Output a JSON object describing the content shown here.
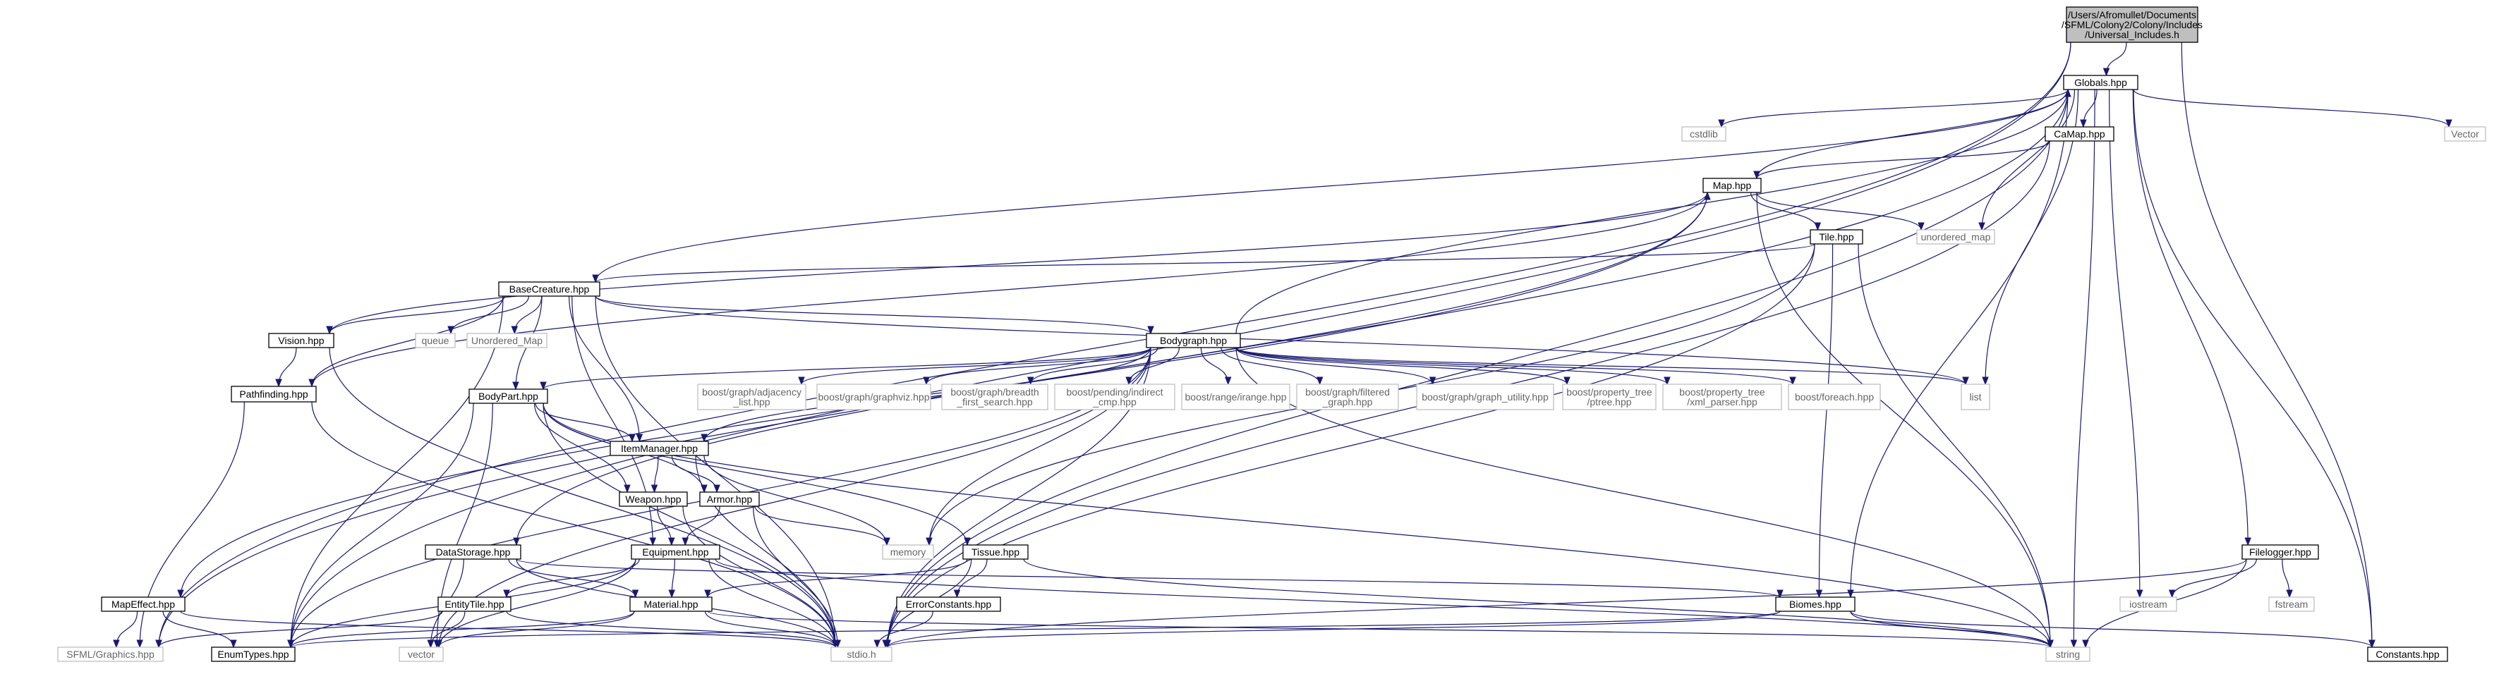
{
  "root_label": "/Users/Afromullet/Documents/SFML/Colony2/Colony/Includes/Universal_Includes.h",
  "colors": {
    "edge": "#191970",
    "root_fill": "#bfbfbf",
    "header_fill": "#ffffff",
    "header_border": "#000000",
    "external_border": "#bfbfbf",
    "text": "#000000",
    "external_text": "#666666"
  },
  "nodes": [
    {
      "id": "root",
      "label": "/Users/Afromullet/Documents\n/SFML/Colony2/Colony/Includes\n/Universal_Includes.h",
      "kind": "root"
    },
    {
      "id": "globals",
      "label": "Globals.hpp",
      "kind": "header"
    },
    {
      "id": "cstdlib",
      "label": "cstdlib",
      "kind": "external"
    },
    {
      "id": "camap",
      "label": "CaMap.hpp",
      "kind": "header"
    },
    {
      "id": "vector_cap",
      "label": "Vector",
      "kind": "external"
    },
    {
      "id": "map",
      "label": "Map.hpp",
      "kind": "header"
    },
    {
      "id": "unordered_map",
      "label": "unordered_map",
      "kind": "external"
    },
    {
      "id": "tile",
      "label": "Tile.hpp",
      "kind": "header"
    },
    {
      "id": "basecreature",
      "label": "BaseCreature.hpp",
      "kind": "header"
    },
    {
      "id": "vision",
      "label": "Vision.hpp",
      "kind": "header"
    },
    {
      "id": "queue",
      "label": "queue",
      "kind": "external"
    },
    {
      "id": "unordered_map_cap",
      "label": "Unordered_Map",
      "kind": "external"
    },
    {
      "id": "bodygraph",
      "label": "Bodygraph.hpp",
      "kind": "header"
    },
    {
      "id": "pathfinding",
      "label": "Pathfinding.hpp",
      "kind": "header"
    },
    {
      "id": "bodypart",
      "label": "BodyPart.hpp",
      "kind": "header"
    },
    {
      "id": "b_adjlist",
      "label": "boost/graph/adjacency\n_list.hpp",
      "kind": "external"
    },
    {
      "id": "b_graphviz",
      "label": "boost/graph/graphviz.hpp",
      "kind": "external"
    },
    {
      "id": "b_bfs",
      "label": "boost/graph/breadth\n_first_search.hpp",
      "kind": "external"
    },
    {
      "id": "b_indirect",
      "label": "boost/pending/indirect\n_cmp.hpp",
      "kind": "external"
    },
    {
      "id": "b_irange",
      "label": "boost/range/irange.hpp",
      "kind": "external"
    },
    {
      "id": "b_filtered",
      "label": "boost/graph/filtered\n_graph.hpp",
      "kind": "external"
    },
    {
      "id": "b_utility",
      "label": "boost/graph/graph_utility.hpp",
      "kind": "external"
    },
    {
      "id": "b_ptree",
      "label": "boost/property_tree\n/ptree.hpp",
      "kind": "external"
    },
    {
      "id": "b_xml",
      "label": "boost/property_tree\n/xml_parser.hpp",
      "kind": "external"
    },
    {
      "id": "b_foreach",
      "label": "boost/foreach.hpp",
      "kind": "external"
    },
    {
      "id": "list",
      "label": "list",
      "kind": "external"
    },
    {
      "id": "itemmanager",
      "label": "ItemManager.hpp",
      "kind": "header"
    },
    {
      "id": "weapon",
      "label": "Weapon.hpp",
      "kind": "header"
    },
    {
      "id": "armor",
      "label": "Armor.hpp",
      "kind": "header"
    },
    {
      "id": "memory",
      "label": "memory",
      "kind": "external"
    },
    {
      "id": "datastorage",
      "label": "DataStorage.hpp",
      "kind": "header"
    },
    {
      "id": "equipment",
      "label": "Equipment.hpp",
      "kind": "header"
    },
    {
      "id": "tissue",
      "label": "Tissue.hpp",
      "kind": "header"
    },
    {
      "id": "filelogger",
      "label": "Filelogger.hpp",
      "kind": "header"
    },
    {
      "id": "mapeffect",
      "label": "MapEffect.hpp",
      "kind": "header"
    },
    {
      "id": "entitytile",
      "label": "EntityTile.hpp",
      "kind": "header"
    },
    {
      "id": "material",
      "label": "Material.hpp",
      "kind": "header"
    },
    {
      "id": "errorconstants",
      "label": "ErrorConstants.hpp",
      "kind": "header"
    },
    {
      "id": "biomes",
      "label": "Biomes.hpp",
      "kind": "header"
    },
    {
      "id": "iostream",
      "label": "iostream",
      "kind": "external"
    },
    {
      "id": "fstream",
      "label": "fstream",
      "kind": "external"
    },
    {
      "id": "sfml_graphics",
      "label": "SFML/Graphics.hpp",
      "kind": "external"
    },
    {
      "id": "enumtypes",
      "label": "EnumTypes.hpp",
      "kind": "header"
    },
    {
      "id": "vector",
      "label": "vector",
      "kind": "external"
    },
    {
      "id": "stdio",
      "label": "stdio.h",
      "kind": "external"
    },
    {
      "id": "string",
      "label": "string",
      "kind": "external"
    },
    {
      "id": "constants",
      "label": "Constants.hpp",
      "kind": "header"
    }
  ],
  "edges": [
    [
      "root",
      "globals"
    ],
    [
      "root",
      "constants"
    ],
    [
      "root",
      "sfml_graphics"
    ],
    [
      "root",
      "enumtypes"
    ],
    [
      "globals",
      "cstdlib"
    ],
    [
      "globals",
      "camap"
    ],
    [
      "globals",
      "vector_cap"
    ],
    [
      "globals",
      "map"
    ],
    [
      "globals",
      "unordered_map"
    ],
    [
      "globals",
      "list"
    ],
    [
      "globals",
      "stdio"
    ],
    [
      "globals",
      "string"
    ],
    [
      "globals",
      "constants"
    ],
    [
      "globals",
      "iostream"
    ],
    [
      "globals",
      "filelogger"
    ],
    [
      "globals",
      "biomes"
    ],
    [
      "globals",
      "sfml_graphics"
    ],
    [
      "camap",
      "map"
    ],
    [
      "camap",
      "stdio"
    ],
    [
      "map",
      "tile"
    ],
    [
      "map",
      "unordered_map"
    ],
    [
      "map",
      "mapeffect"
    ],
    [
      "map",
      "datastorage"
    ],
    [
      "map",
      "vision"
    ],
    [
      "map",
      "string"
    ],
    [
      "tile",
      "basecreature"
    ],
    [
      "tile",
      "biomes"
    ],
    [
      "tile",
      "stdio"
    ],
    [
      "tile",
      "memory"
    ],
    [
      "tile",
      "string"
    ],
    [
      "basecreature",
      "vision"
    ],
    [
      "basecreature",
      "queue"
    ],
    [
      "basecreature",
      "unordered_map_cap"
    ],
    [
      "basecreature",
      "bodygraph"
    ],
    [
      "basecreature",
      "pathfinding"
    ],
    [
      "basecreature",
      "bodypart"
    ],
    [
      "basecreature",
      "itemmanager"
    ],
    [
      "basecreature",
      "list"
    ],
    [
      "basecreature",
      "enumtypes"
    ],
    [
      "basecreature",
      "stdio"
    ],
    [
      "basecreature",
      "equipment"
    ],
    [
      "basecreature",
      "globals"
    ],
    [
      "vision",
      "pathfinding"
    ],
    [
      "vision",
      "stdio"
    ],
    [
      "pathfinding",
      "map"
    ],
    [
      "pathfinding",
      "sfml_graphics"
    ],
    [
      "pathfinding",
      "stdio"
    ],
    [
      "bodygraph",
      "bodypart"
    ],
    [
      "bodygraph",
      "b_adjlist"
    ],
    [
      "bodygraph",
      "b_graphviz"
    ],
    [
      "bodygraph",
      "b_bfs"
    ],
    [
      "bodygraph",
      "b_indirect"
    ],
    [
      "bodygraph",
      "b_irange"
    ],
    [
      "bodygraph",
      "b_filtered"
    ],
    [
      "bodygraph",
      "b_utility"
    ],
    [
      "bodygraph",
      "b_ptree"
    ],
    [
      "bodygraph",
      "b_xml"
    ],
    [
      "bodygraph",
      "b_foreach"
    ],
    [
      "bodygraph",
      "list"
    ],
    [
      "bodygraph",
      "string"
    ],
    [
      "bodygraph",
      "itemmanager"
    ],
    [
      "bodygraph",
      "memory"
    ],
    [
      "bodygraph",
      "stdio"
    ],
    [
      "bodygraph",
      "vector"
    ],
    [
      "bodygraph",
      "enumtypes"
    ],
    [
      "bodygraph",
      "globals"
    ],
    [
      "bodypart",
      "itemmanager"
    ],
    [
      "bodypart",
      "weapon"
    ],
    [
      "bodypart",
      "armor"
    ],
    [
      "bodypart",
      "tissue"
    ],
    [
      "bodypart",
      "vector"
    ],
    [
      "bodypart",
      "enumtypes"
    ],
    [
      "bodypart",
      "string"
    ],
    [
      "bodypart",
      "stdio"
    ],
    [
      "itemmanager",
      "weapon"
    ],
    [
      "itemmanager",
      "armor"
    ],
    [
      "itemmanager",
      "memory"
    ],
    [
      "itemmanager",
      "stdio"
    ],
    [
      "weapon",
      "equipment"
    ],
    [
      "weapon",
      "stdio"
    ],
    [
      "armor",
      "equipment"
    ],
    [
      "armor",
      "memory"
    ],
    [
      "armor",
      "stdio"
    ],
    [
      "datastorage",
      "material"
    ],
    [
      "datastorage",
      "biomes"
    ],
    [
      "datastorage",
      "vector"
    ],
    [
      "datastorage",
      "stdio"
    ],
    [
      "equipment",
      "entitytile"
    ],
    [
      "equipment",
      "material"
    ],
    [
      "equipment",
      "stdio"
    ],
    [
      "equipment",
      "enumtypes"
    ],
    [
      "equipment",
      "string"
    ],
    [
      "equipment",
      "vector"
    ],
    [
      "tissue",
      "material"
    ],
    [
      "tissue",
      "errorconstants"
    ],
    [
      "tissue",
      "stdio"
    ],
    [
      "tissue",
      "string"
    ],
    [
      "filelogger",
      "iostream"
    ],
    [
      "filelogger",
      "fstream"
    ],
    [
      "filelogger",
      "string"
    ],
    [
      "filelogger",
      "stdio"
    ],
    [
      "mapeffect",
      "sfml_graphics"
    ],
    [
      "mapeffect",
      "enumtypes"
    ],
    [
      "mapeffect",
      "stdio"
    ],
    [
      "entitytile",
      "sfml_graphics"
    ],
    [
      "entitytile",
      "vector"
    ],
    [
      "entitytile",
      "stdio"
    ],
    [
      "material",
      "vector"
    ],
    [
      "material",
      "stdio"
    ],
    [
      "material",
      "enumtypes"
    ],
    [
      "material",
      "string"
    ],
    [
      "errorconstants",
      "stdio"
    ],
    [
      "biomes",
      "stdio"
    ],
    [
      "biomes",
      "string"
    ],
    [
      "biomes",
      "constants"
    ],
    [
      "biomes",
      "enumtypes"
    ]
  ]
}
